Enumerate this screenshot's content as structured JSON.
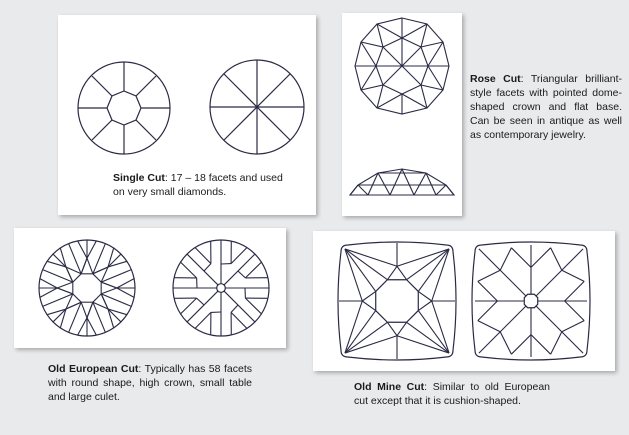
{
  "single_cut": {
    "name": "Single Cut",
    "description": ": 17 – 18 facets and used on very small diamonds."
  },
  "rose_cut": {
    "name": "Rose Cut",
    "description": ": Triangular brilliant-style facets with pointed dome-shaped crown and flat base. Can be seen in antique as well as contemporary jewelry."
  },
  "old_european_cut": {
    "name": "Old European Cut",
    "description": ": Typically has 58 facets with round shape, high crown, small table and large culet."
  },
  "old_mine_cut": {
    "name": "Old Mine Cut",
    "description": ": Similar to old European cut except that it is cushion-shaped."
  },
  "colors": {
    "background": "#e9eaec",
    "panel": "#ffffff",
    "line": "#2a2a44",
    "text": "#1a1a1a"
  }
}
